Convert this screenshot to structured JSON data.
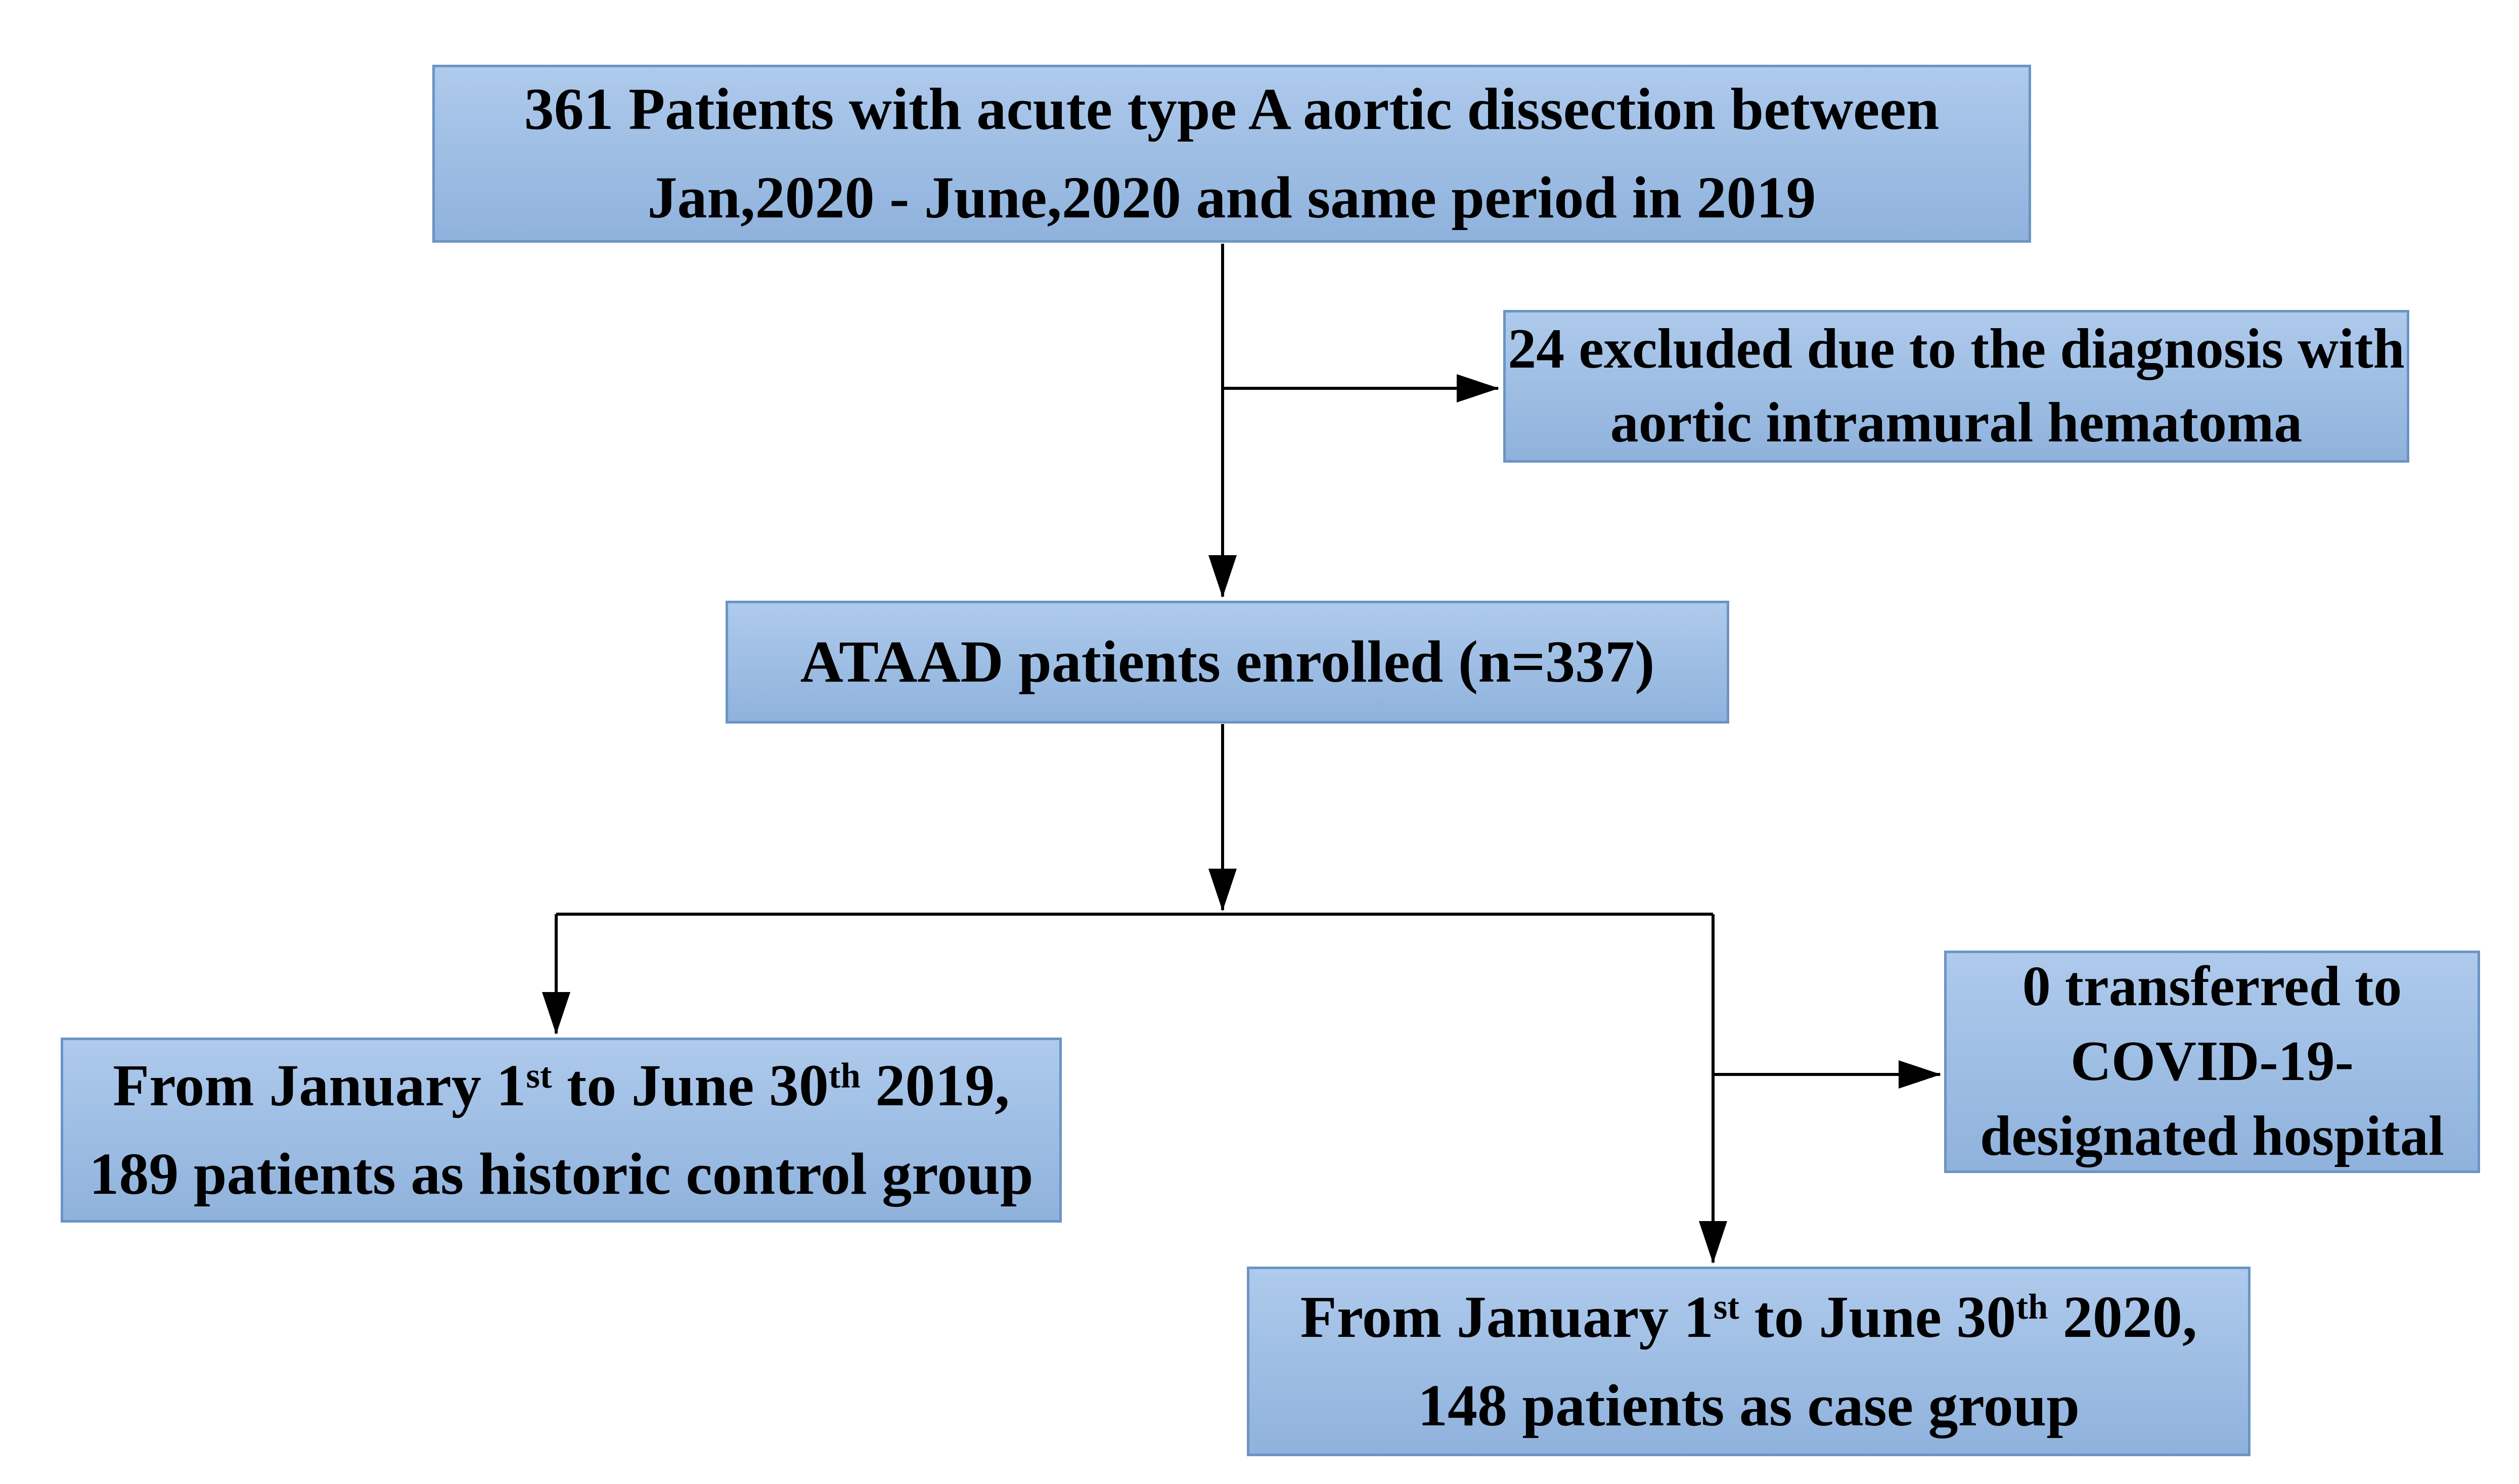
{
  "colors": {
    "page_bg": "#ffffff",
    "box_fill_top": "#aecaec",
    "box_fill_bottom": "#8fb2dc",
    "box_border": "#6b94c4",
    "line": "#000000",
    "text": "#000000"
  },
  "boxes": {
    "total": {
      "lines": [
        [
          {
            "t": "361 Patients with acute type A aortic dissection between"
          }
        ],
        [
          {
            "t": "Jan,2020 - June,2020 and same period in 2019"
          }
        ]
      ]
    },
    "excluded": {
      "lines": [
        [
          {
            "t": "24 excluded due to the diagnosis with"
          }
        ],
        [
          {
            "t": "aortic intramural hematoma"
          }
        ]
      ]
    },
    "enrolled": {
      "lines": [
        [
          {
            "t": "ATAAD patients enrolled (n=337)"
          }
        ]
      ]
    },
    "historic_control": {
      "lines": [
        [
          {
            "t": "From January 1"
          },
          {
            "t": "st",
            "sup": true
          },
          {
            "t": " to June 30"
          },
          {
            "t": "th",
            "sup": true
          },
          {
            "t": " 2019,"
          }
        ],
        [
          {
            "t": "189 patients as historic control group"
          }
        ]
      ]
    },
    "transferred": {
      "lines": [
        [
          {
            "t": "0 transferred to"
          }
        ],
        [
          {
            "t": "COVID-19-"
          }
        ],
        [
          {
            "t": "designated hospital"
          }
        ]
      ]
    },
    "case_group": {
      "lines": [
        [
          {
            "t": "From January 1"
          },
          {
            "t": "st",
            "sup": true
          },
          {
            "t": " to June 30"
          },
          {
            "t": "th",
            "sup": true
          },
          {
            "t": " 2020,"
          }
        ],
        [
          {
            "t": "148 patients as case group"
          }
        ]
      ]
    }
  }
}
